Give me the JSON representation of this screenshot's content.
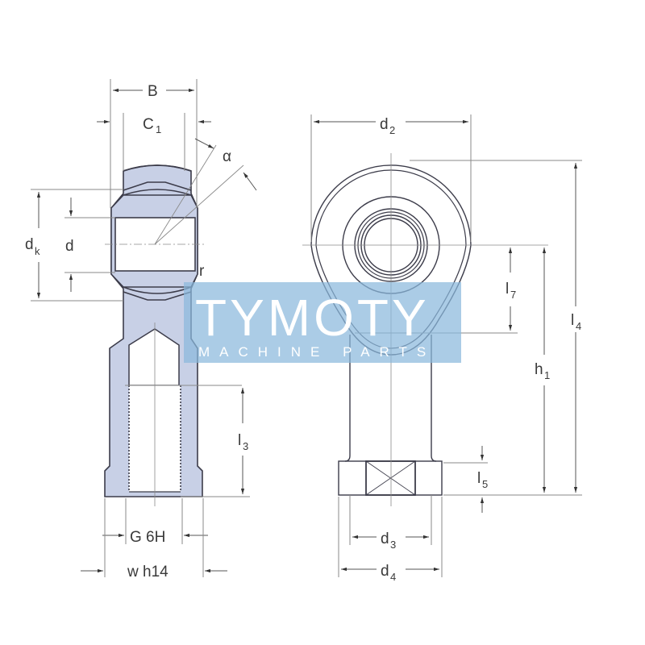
{
  "diagram": {
    "title": "Female rod end technical drawing",
    "colors": {
      "part_fill": "#c8d0e6",
      "outline": "#3c3c4a",
      "dimension_line": "#8a8a8a",
      "watermark_bg": "#8ab8dc",
      "watermark_text": "#ffffff"
    },
    "side_view": {
      "labels": {
        "B": "B",
        "C1_main": "C",
        "C1_sub": "1",
        "alpha": "α",
        "dk_main": "d",
        "dk_sub": "k",
        "d": "d",
        "r": "r",
        "l3_main": "l",
        "l3_sub": "3",
        "G": "G 6H",
        "w": "w h14"
      }
    },
    "front_view": {
      "labels": {
        "d2_main": "d",
        "d2_sub": "2",
        "l7_main": "l",
        "l7_sub": "7",
        "l4_main": "l",
        "l4_sub": "4",
        "h1_main": "h",
        "h1_sub": "1",
        "l5_main": "l",
        "l5_sub": "5",
        "d3_main": "d",
        "d3_sub": "3",
        "d4_main": "d",
        "d4_sub": "4"
      }
    },
    "watermark": {
      "brand": "TYMOTY",
      "tagline": "MACHINE PARTS"
    }
  }
}
